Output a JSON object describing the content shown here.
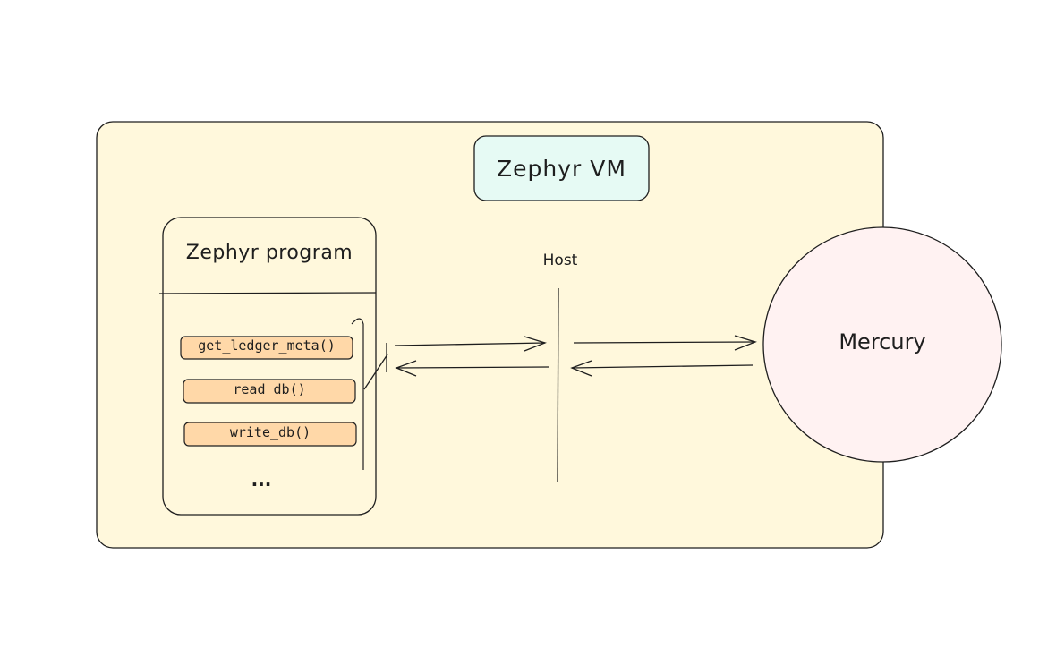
{
  "diagram": {
    "vm_label": "Zephyr VM",
    "program": {
      "title": "Zephyr program",
      "functions": [
        "get_ledger_meta()",
        "read_db()",
        "write_db()"
      ],
      "more": "..."
    },
    "host_label": "Host",
    "external_label": "Mercury",
    "colors": {
      "frame_fill": "#fff8dc",
      "vm_label_fill": "#e6faf4",
      "function_fill": "#ffd8a8",
      "mercury_fill": "#fff2f2",
      "stroke": "#1e1e1e"
    },
    "arrows": [
      {
        "from": "Zephyr program",
        "to": "Host",
        "direction": "right"
      },
      {
        "from": "Host",
        "to": "Zephyr program",
        "direction": "left"
      },
      {
        "from": "Host",
        "to": "Mercury",
        "direction": "right"
      },
      {
        "from": "Mercury",
        "to": "Host",
        "direction": "left"
      }
    ]
  }
}
